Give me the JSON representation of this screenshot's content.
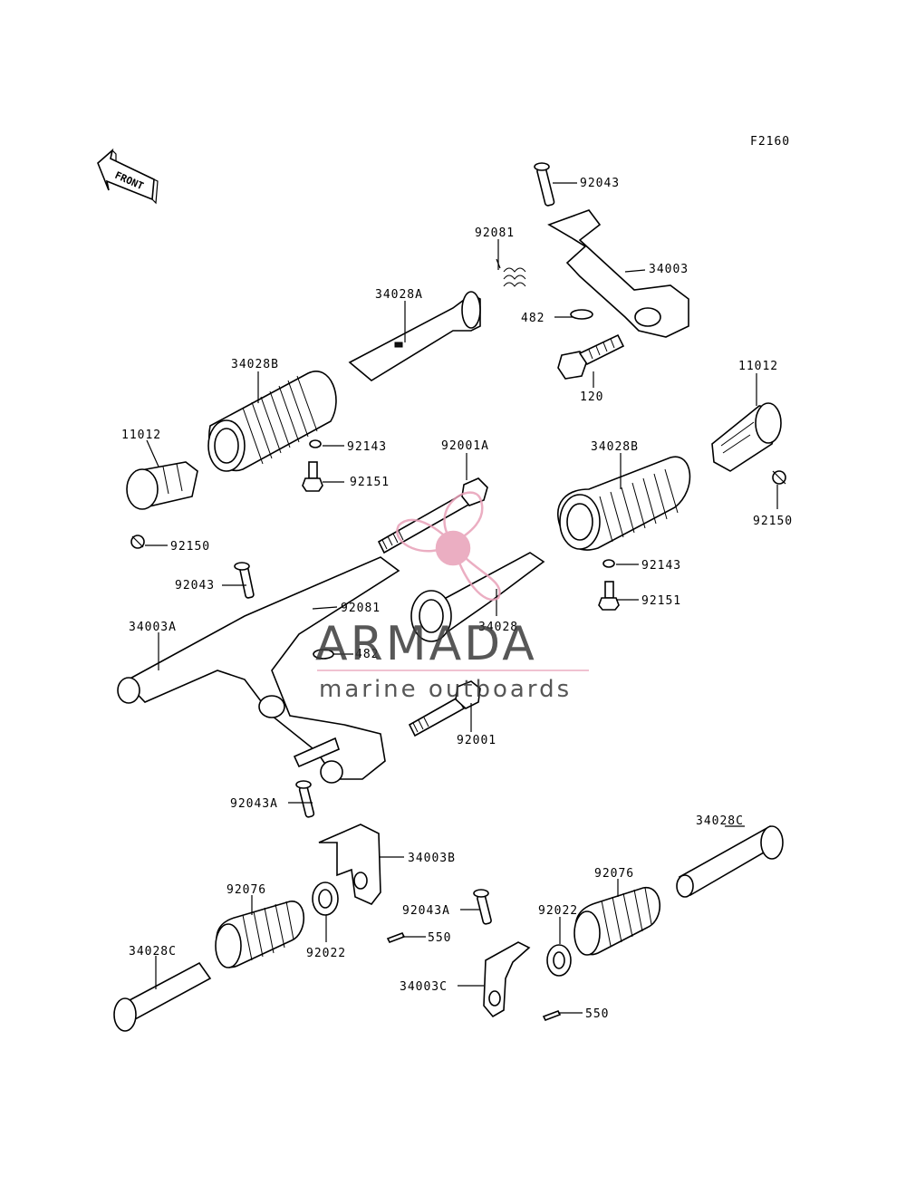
{
  "diagram_code": "F2160",
  "front_arrow": {
    "text": "FRONT",
    "icon": "front-arrow-icon"
  },
  "watermark": {
    "brand": "ARMADA",
    "tagline": "marine outboards",
    "logo_color": "#e8a0b8",
    "text_color": "#3a3a3a"
  },
  "labels": {
    "l92043_top": "92043",
    "l92081_top": "92081",
    "l34003": "34003",
    "l34028A": "34028A",
    "l482_top": "482",
    "l120": "120",
    "l34028B_left": "34028B",
    "l11012_right": "11012",
    "l11012_left": "11012",
    "l92143_left": "92143",
    "l92001A": "92001A",
    "l34028B_right": "34028B",
    "l92151_left": "92151",
    "l92150_right": "92150",
    "l92150_left": "92150",
    "l92143_right": "92143",
    "l92043_mid": "92043",
    "l92081_mid": "92081",
    "l92151_right": "92151",
    "l34003A": "34003A",
    "l34028": "34028",
    "l482_mid": "482",
    "l92001": "92001",
    "l92043A_left": "92043A",
    "l34028C_right": "34028C",
    "l34003B": "34003B",
    "l92076_left": "92076",
    "l92076_right": "92076",
    "l92043A_right": "92043A",
    "l92022_right": "92022",
    "l550_left": "550",
    "l92022_left": "92022",
    "l34028C_left": "34028C",
    "l34003C": "34003C",
    "l550_right": "550"
  }
}
